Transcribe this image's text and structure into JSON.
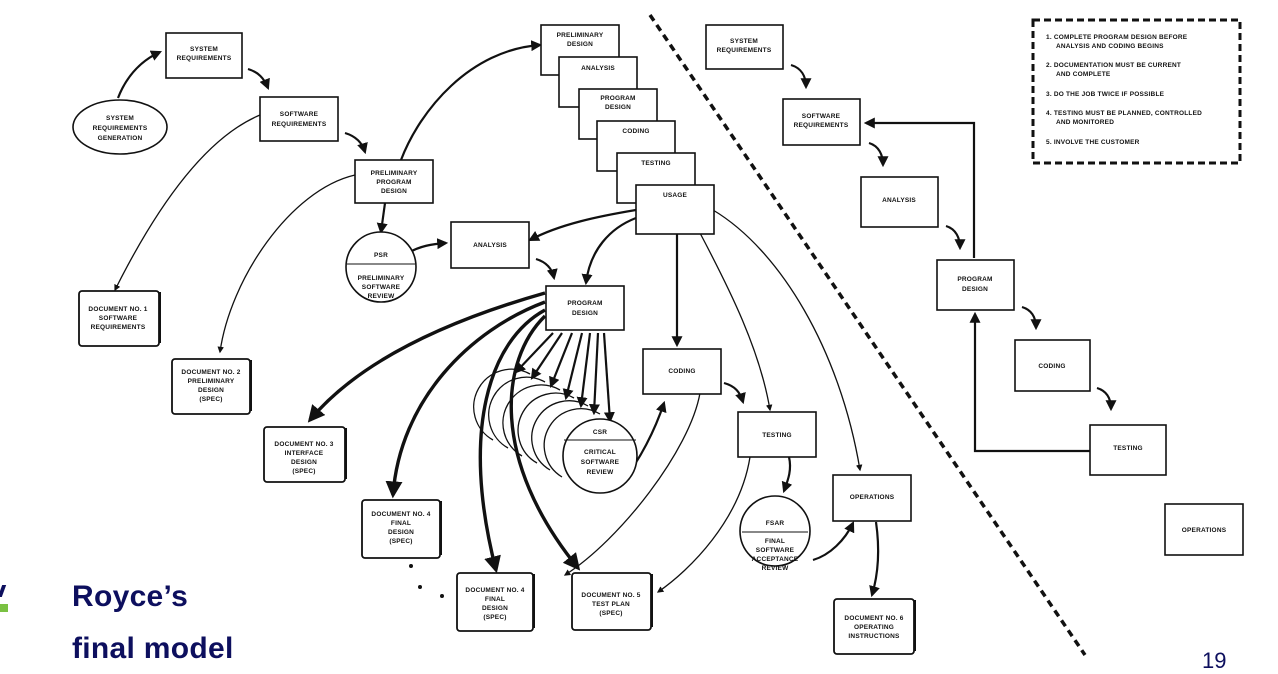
{
  "slide": {
    "title_line1": "Royce’s",
    "title_line2": "final model",
    "page_number": "19",
    "colors": {
      "title": "#0d0f5e",
      "accent": "#7ac142",
      "ink": "#111111",
      "background": "#ffffff"
    }
  },
  "left_diagram": {
    "nodes": {
      "sys_req_gen": [
        "SYSTEM",
        "REQUIREMENTS",
        "GENERATION"
      ],
      "sys_req": [
        "SYSTEM",
        "REQUIREMENTS"
      ],
      "sw_req": [
        "SOFTWARE",
        "REQUIREMENTS"
      ],
      "prelim_prog_design": [
        "PRELIMINARY",
        "PROGRAM",
        "DESIGN"
      ],
      "psr": {
        "abbr": "PSR",
        "lines": [
          "PRELIMINARY",
          "SOFTWARE",
          "REVIEW"
        ]
      },
      "analysis": [
        "ANALYSIS"
      ],
      "program_design": [
        "PROGRAM",
        "DESIGN"
      ],
      "csr": {
        "abbr": "CSR",
        "lines": [
          "CRITICAL",
          "SOFTWARE",
          "REVIEW"
        ]
      },
      "coding": [
        "CODING"
      ],
      "testing": [
        "TESTING"
      ],
      "fsar": {
        "abbr": "FSAR",
        "lines": [
          "FINAL",
          "SOFTWARE",
          "ACCEPTANCE",
          "REVIEW"
        ]
      },
      "operations": [
        "OPERATIONS"
      ],
      "pilot_stack": [
        [
          "PRELIMINARY",
          "DESIGN"
        ],
        [
          "ANALYSIS"
        ],
        [
          "PROGRAM",
          "DESIGN"
        ],
        [
          "CODING"
        ],
        [
          "TESTING"
        ],
        [
          "USAGE"
        ]
      ]
    },
    "documents": {
      "doc1": [
        "DOCUMENT NO. 1",
        "SOFTWARE",
        "REQUIREMENTS"
      ],
      "doc2": [
        "DOCUMENT NO. 2",
        "PRELIMINARY",
        "DESIGN",
        "(SPEC)"
      ],
      "doc3": [
        "DOCUMENT NO. 3",
        "INTERFACE",
        "DESIGN",
        "(SPEC)"
      ],
      "doc4a": [
        "DOCUMENT NO. 4",
        "FINAL",
        "DESIGN",
        "(SPEC)"
      ],
      "doc4b": [
        "DOCUMENT NO. 4",
        "FINAL",
        "DESIGN",
        "(SPEC)"
      ],
      "doc5": [
        "DOCUMENT NO. 5",
        "TEST PLAN",
        "(SPEC)"
      ],
      "doc6": [
        "DOCUMENT NO. 6",
        "OPERATING",
        "INSTRUCTIONS"
      ]
    }
  },
  "right_diagram": {
    "nodes": {
      "sys_req": [
        "SYSTEM",
        "REQUIREMENTS"
      ],
      "sw_req": [
        "SOFTWARE",
        "REQUIREMENTS"
      ],
      "analysis": [
        "ANALYSIS"
      ],
      "program_design": [
        "PROGRAM",
        "DESIGN"
      ],
      "coding": [
        "CODING"
      ],
      "testing": [
        "TESTING"
      ],
      "operations": [
        "OPERATIONS"
      ]
    }
  },
  "rules": [
    [
      "1.  COMPLETE PROGRAM DESIGN BEFORE",
      "ANALYSIS AND CODING BEGINS"
    ],
    [
      "2.  DOCUMENTATION MUST BE CURRENT",
      "AND COMPLETE"
    ],
    [
      "3.  DO THE JOB TWICE IF POSSIBLE"
    ],
    [
      "4.  TESTING MUST BE PLANNED, CONTROLLED",
      "AND MONITORED"
    ],
    [
      "5.  INVOLVE THE CUSTOMER"
    ]
  ]
}
